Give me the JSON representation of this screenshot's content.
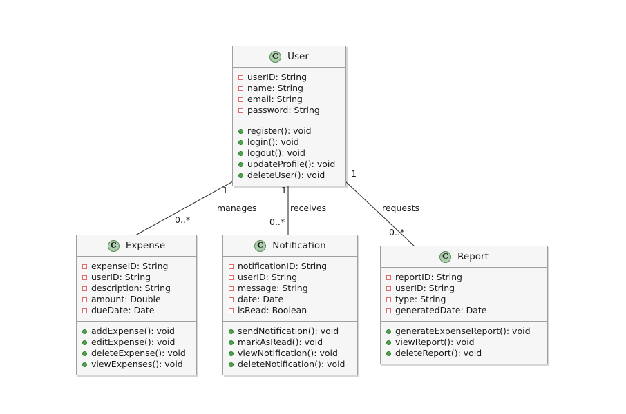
{
  "diagram": {
    "type": "uml-class-diagram",
    "background_color": "#ffffff",
    "class_fill": "#f6f6f6",
    "class_border": "#a0a0a0",
    "icon_fill": "#adcfad",
    "attribute_marker_color": "#e36a6a",
    "method_marker_color": "#4ca64c",
    "class_icon_letter": "C"
  },
  "classes": {
    "user": {
      "name": "User",
      "attributes": [
        "userID: String",
        "name: String",
        "email: String",
        "password: String"
      ],
      "methods": [
        "register(): void",
        "login(): void",
        "logout(): void",
        "updateProfile(): void",
        "deleteUser(): void"
      ]
    },
    "expense": {
      "name": "Expense",
      "attributes": [
        "expenseID: String",
        "userID: String",
        "description: String",
        "amount: Double",
        "dueDate: Date"
      ],
      "methods": [
        "addExpense(): void",
        "editExpense(): void",
        "deleteExpense(): void",
        "viewExpenses(): void"
      ]
    },
    "notification": {
      "name": "Notification",
      "attributes": [
        "notificationID: String",
        "userID: String",
        "message: String",
        "date: Date",
        "isRead: Boolean"
      ],
      "methods": [
        "sendNotification(): void",
        "markAsRead(): void",
        "viewNotification(): void",
        "deleteNotification(): void"
      ]
    },
    "report": {
      "name": "Report",
      "attributes": [
        "reportID: String",
        "userID: String",
        "type: String",
        "generatedDate: Date"
      ],
      "methods": [
        "generateExpenseReport(): void",
        "viewReport(): void",
        "deleteReport(): void"
      ]
    }
  },
  "relationships": [
    {
      "id": "manages",
      "label": "manages",
      "source": "User",
      "target": "Expense",
      "source_multiplicity": "1",
      "target_multiplicity": "0..*"
    },
    {
      "id": "receives",
      "label": "receives",
      "source": "User",
      "target": "Notification",
      "source_multiplicity": "1",
      "target_multiplicity": "0..*"
    },
    {
      "id": "requests",
      "label": "requests",
      "source": "User",
      "target": "Report",
      "source_multiplicity": "1",
      "target_multiplicity": "0..*"
    }
  ]
}
